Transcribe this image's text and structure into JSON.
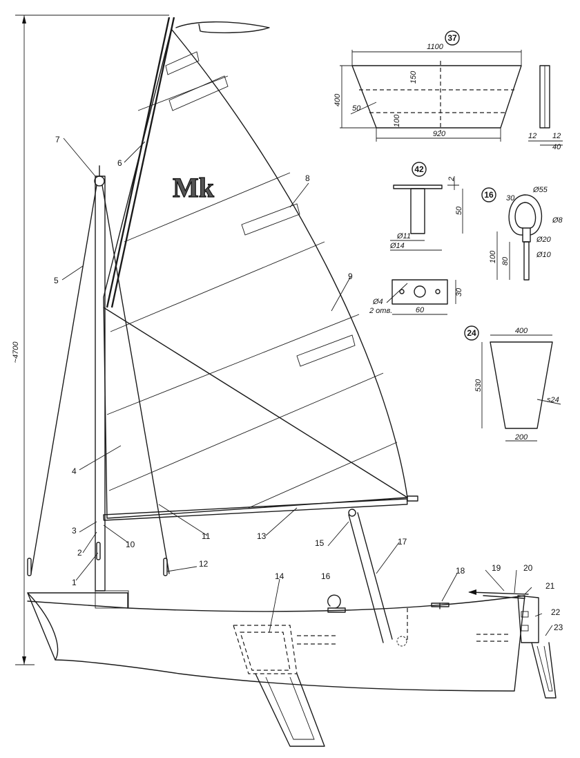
{
  "height_label": "~4700",
  "part_numbers": [
    "1",
    "2",
    "3",
    "4",
    "5",
    "6",
    "7",
    "8",
    "9",
    "10",
    "11",
    "12",
    "13",
    "14",
    "15",
    "16",
    "17",
    "18",
    "19",
    "20",
    "21",
    "22",
    "23"
  ],
  "sail_logo": "Mk",
  "details": {
    "d37": {
      "id": "37",
      "top": "1100",
      "bottom": "920",
      "height": "400",
      "d150": "150",
      "d100": "100",
      "d50": "50",
      "t12a": "12",
      "t12b": "12",
      "t40": "40"
    },
    "d42": {
      "id": "42",
      "d2": "2",
      "d50": "50",
      "d11": "Ø11",
      "d14": "Ø14",
      "d30": "30",
      "d60": "60",
      "d4": "Ø4",
      "holes": "2 отв."
    },
    "d16": {
      "id": "16",
      "d30": "30",
      "d55": "Ø55",
      "d8": "Ø8",
      "d20": "Ø20",
      "d10": "Ø10",
      "d100": "100",
      "d80": "80"
    },
    "d24": {
      "id": "24",
      "top": "400",
      "bottom": "200",
      "height": "530",
      "thickness": "s24"
    }
  }
}
